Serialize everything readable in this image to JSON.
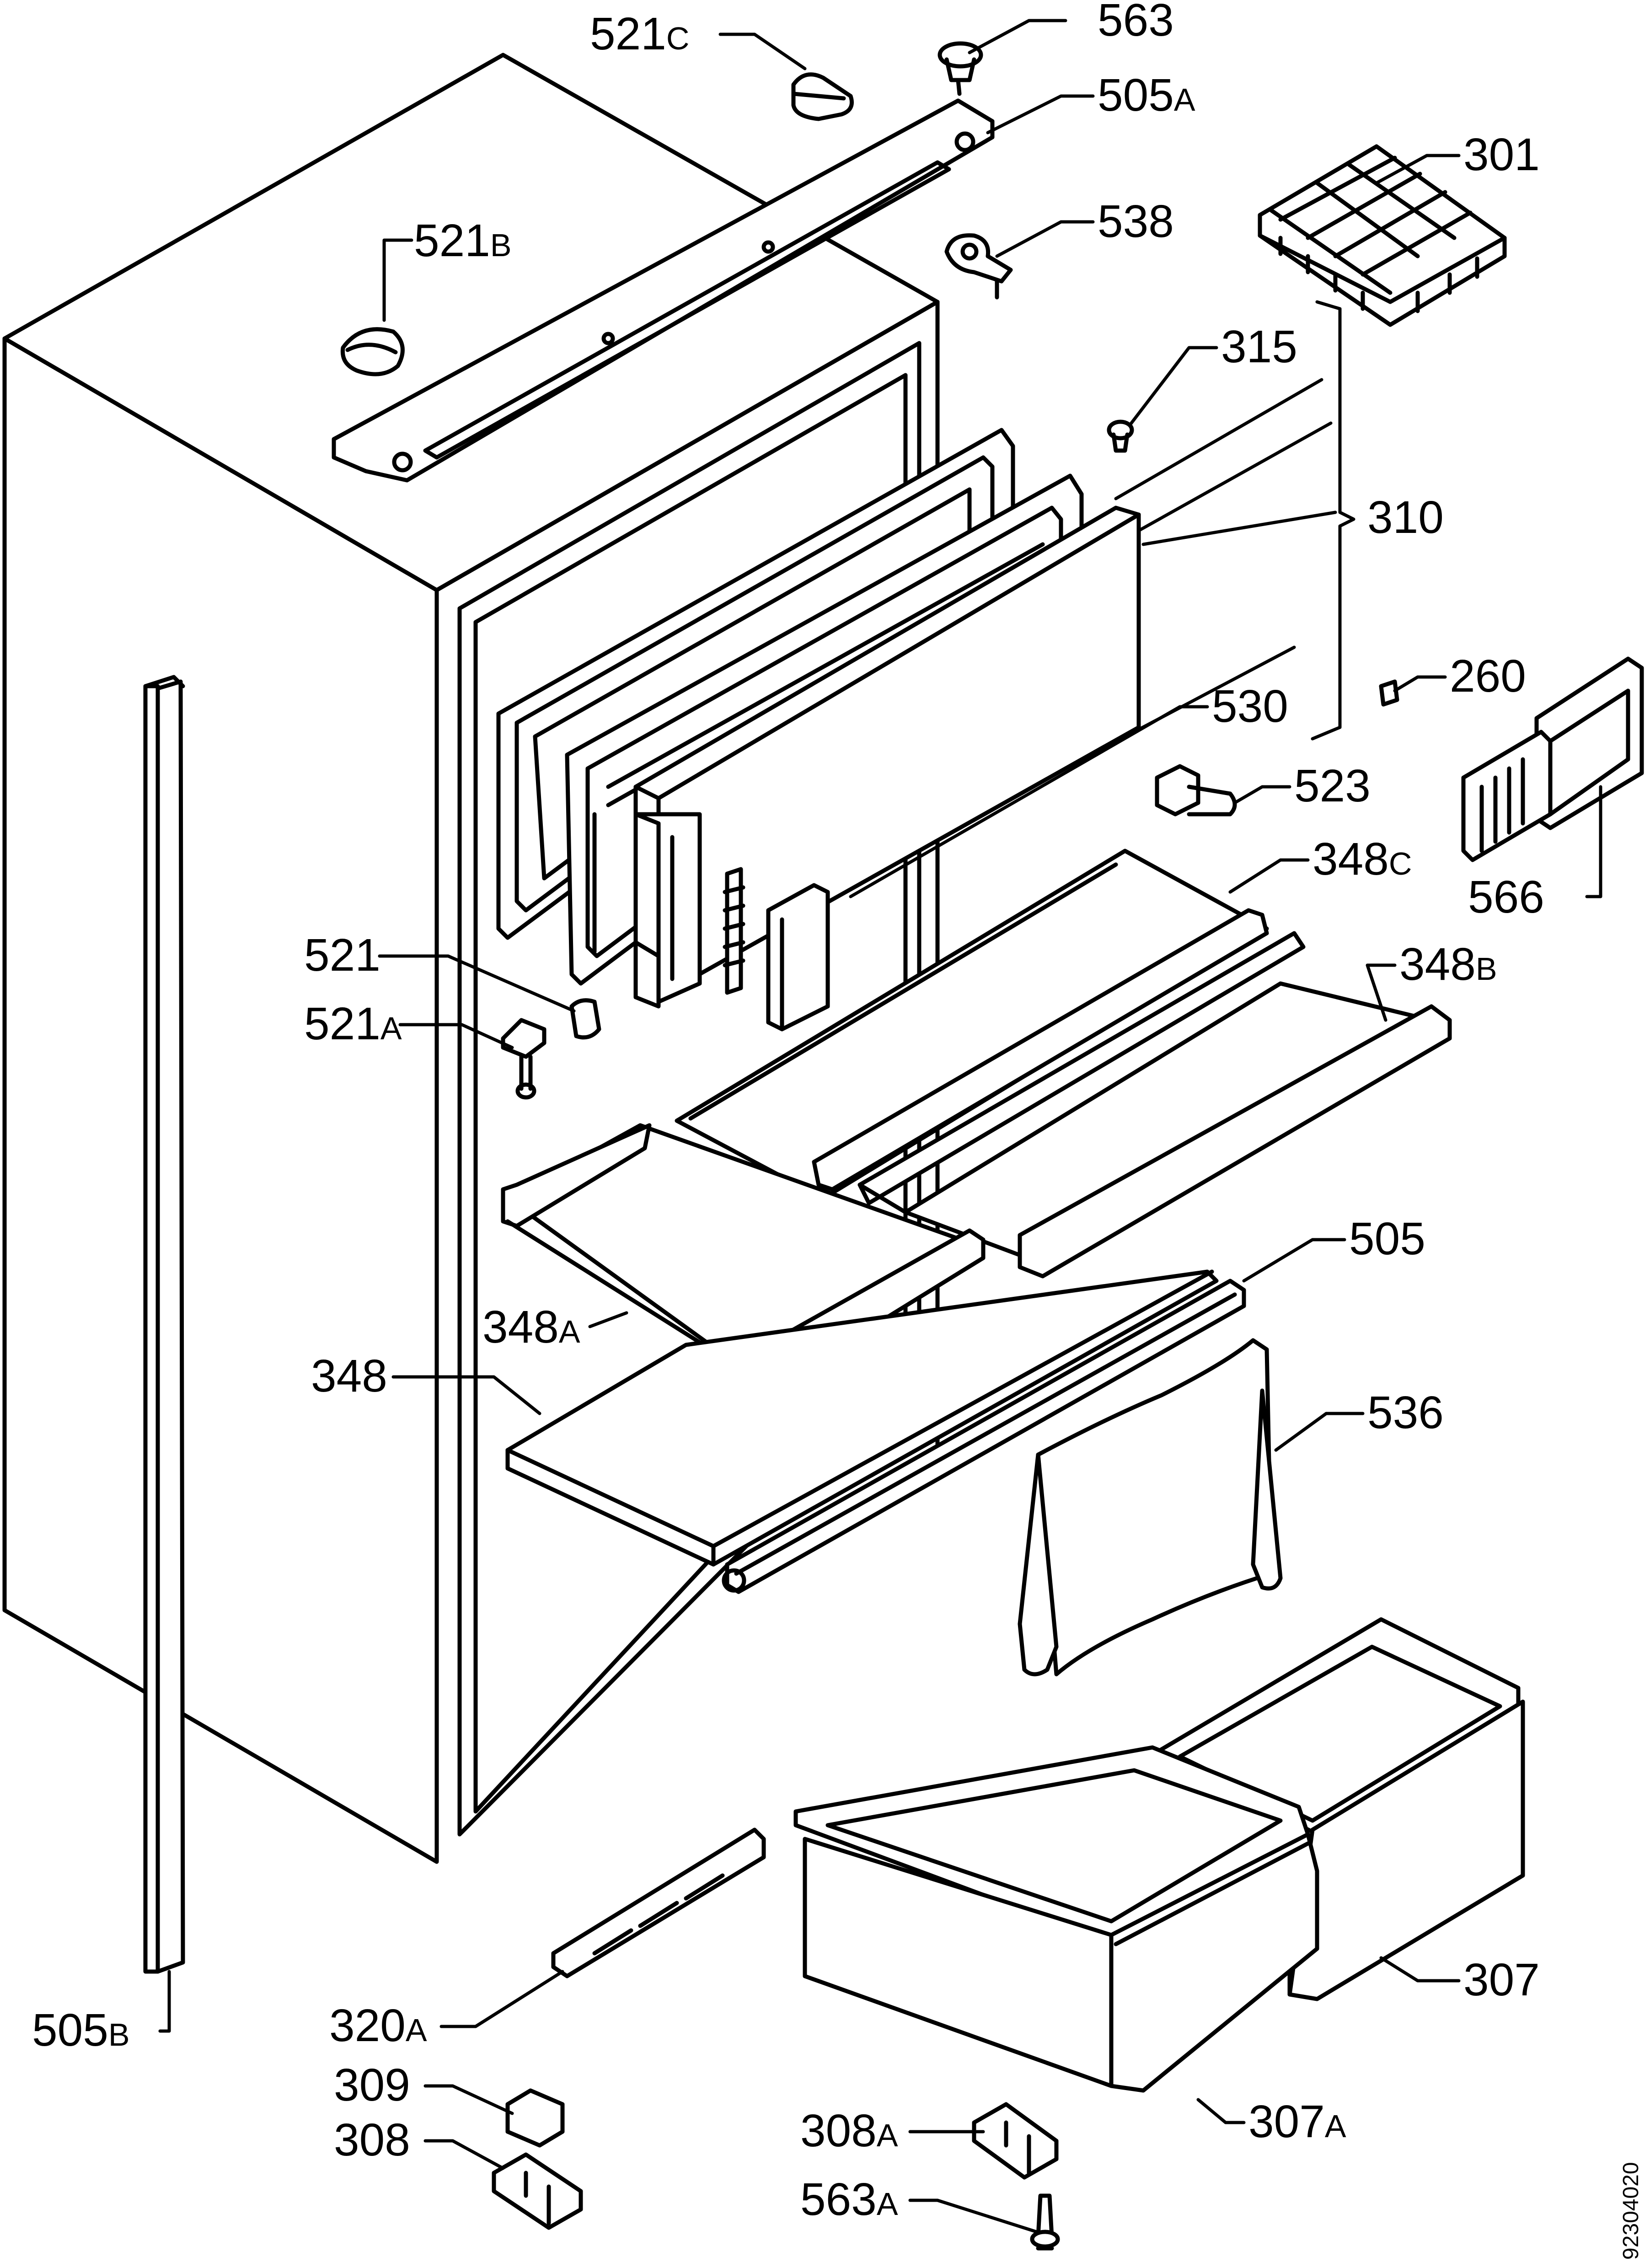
{
  "figure": {
    "doc_number": "92304020",
    "labels": [
      {
        "id": "521c",
        "num": "521",
        "suffix": "C"
      },
      {
        "id": "563",
        "num": "563",
        "suffix": ""
      },
      {
        "id": "505a",
        "num": "505",
        "suffix": "A"
      },
      {
        "id": "301",
        "num": "301",
        "suffix": ""
      },
      {
        "id": "521b",
        "num": "521",
        "suffix": "B"
      },
      {
        "id": "538",
        "num": "538",
        "suffix": ""
      },
      {
        "id": "315",
        "num": "315",
        "suffix": ""
      },
      {
        "id": "310",
        "num": "310",
        "suffix": ""
      },
      {
        "id": "260",
        "num": "260",
        "suffix": ""
      },
      {
        "id": "530",
        "num": "530",
        "suffix": ""
      },
      {
        "id": "523",
        "num": "523",
        "suffix": ""
      },
      {
        "id": "348c",
        "num": "348",
        "suffix": "C"
      },
      {
        "id": "566",
        "num": "566",
        "suffix": ""
      },
      {
        "id": "521",
        "num": "521",
        "suffix": ""
      },
      {
        "id": "348b",
        "num": "348",
        "suffix": "B"
      },
      {
        "id": "521a",
        "num": "521",
        "suffix": "A"
      },
      {
        "id": "505",
        "num": "505",
        "suffix": ""
      },
      {
        "id": "348a",
        "num": "348",
        "suffix": "A"
      },
      {
        "id": "348",
        "num": "348",
        "suffix": ""
      },
      {
        "id": "536",
        "num": "536",
        "suffix": ""
      },
      {
        "id": "307",
        "num": "307",
        "suffix": ""
      },
      {
        "id": "505b",
        "num": "505",
        "suffix": "B"
      },
      {
        "id": "320a",
        "num": "320",
        "suffix": "A"
      },
      {
        "id": "309",
        "num": "309",
        "suffix": ""
      },
      {
        "id": "307a",
        "num": "307",
        "suffix": "A"
      },
      {
        "id": "308",
        "num": "308",
        "suffix": ""
      },
      {
        "id": "308a",
        "num": "308",
        "suffix": "A"
      },
      {
        "id": "563a",
        "num": "563",
        "suffix": "A"
      }
    ]
  }
}
